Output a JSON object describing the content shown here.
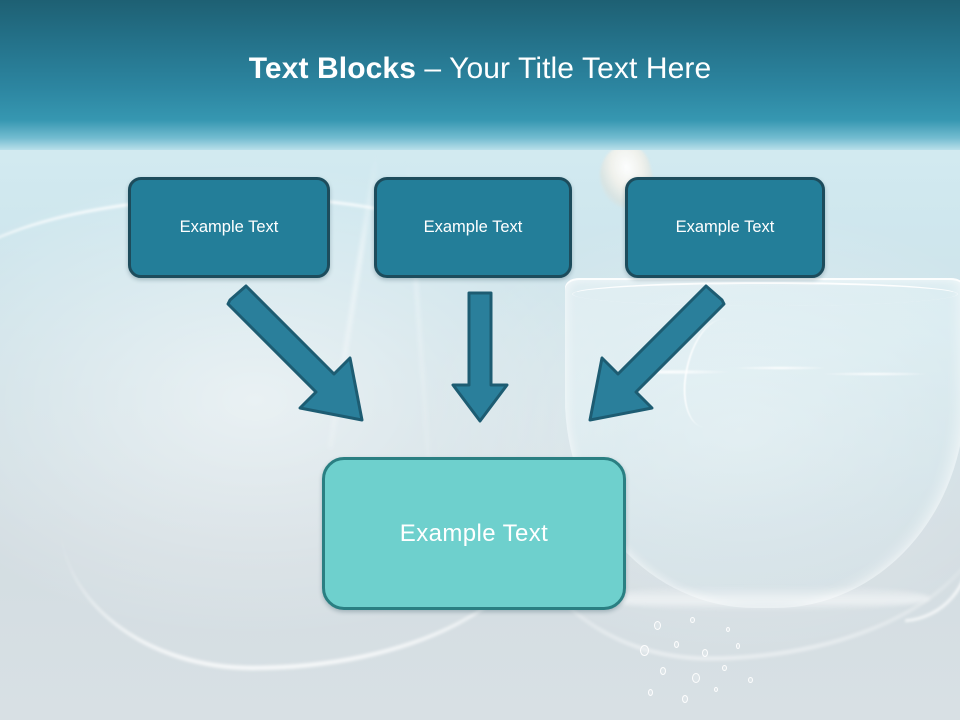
{
  "slide": {
    "title": {
      "bold_part": "Text Blocks",
      "separator": " – ",
      "light_part": "Your Title Text Here",
      "full": "Text Blocks – Your Title Text Here"
    },
    "theme": {
      "header_gradient_top": "#1e6073",
      "header_gradient_bottom": "#b9e0ea",
      "top_box_fill": "#237e99",
      "top_box_border": "#1d4c5c",
      "result_box_fill": "#6ed0cd",
      "result_box_border": "#2a7f82",
      "arrow_fill": "#2a7f9b",
      "arrow_border": "#1d5c72",
      "text_color": "#ffffff",
      "background_base": "#d8e0e4"
    },
    "top_boxes": [
      {
        "label": "Example Text"
      },
      {
        "label": "Example Text"
      },
      {
        "label": "Example Text"
      }
    ],
    "arrows": [
      {
        "direction": "down-right",
        "from_box": 0,
        "to_box": "result"
      },
      {
        "direction": "down",
        "from_box": 1,
        "to_box": "result"
      },
      {
        "direction": "down-left",
        "from_box": 2,
        "to_box": "result"
      }
    ],
    "result_box": {
      "label": "Example Text"
    },
    "background": {
      "description": "fishbowl-photo",
      "elements": [
        "fishbowl",
        "water-splash",
        "water-droplets",
        "fish-tail"
      ]
    }
  }
}
